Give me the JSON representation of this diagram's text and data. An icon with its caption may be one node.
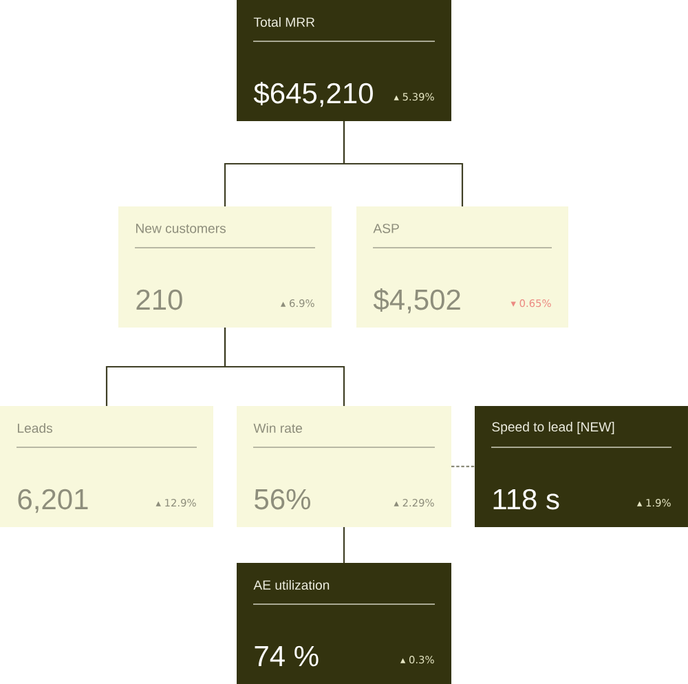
{
  "diagram": {
    "nodes": [
      {
        "text": [
          "Total MRR",
          "$645,210",
          "▴ 5.39%"
        ]
      },
      {
        "text": [
          "New customers",
          "210",
          "▴ 6.9%"
        ]
      },
      {
        "text": [
          "ASP",
          "$4,502",
          "▾ 0.65%"
        ]
      },
      {
        "text": [
          "Leads",
          "6,201",
          "▴ 12.9%"
        ]
      },
      {
        "text": [
          "Win rate",
          "56%",
          "▴ 2.29%"
        ]
      },
      {
        "text": [
          "Speed to lead [NEW]",
          "118 s",
          "▴ 1.9%"
        ]
      },
      {
        "text": [
          "AE utilization",
          "74 %",
          "▴ 0.3%"
        ]
      }
    ],
    "edges": [
      {
        "from": 0,
        "to": 1,
        "arrow": "none"
      },
      {
        "from": 0,
        "to": 2,
        "arrow": "none"
      },
      {
        "from": 1,
        "to": 3,
        "arrow": "none"
      },
      {
        "from": 1,
        "to": 4,
        "arrow": "none"
      },
      {
        "from": 4,
        "to": 5,
        "arrow": "none",
        "style": "dashed",
        "color": "#8a8a78"
      },
      {
        "from": 4,
        "to": 6,
        "arrow": "none"
      }
    ]
  }
}
